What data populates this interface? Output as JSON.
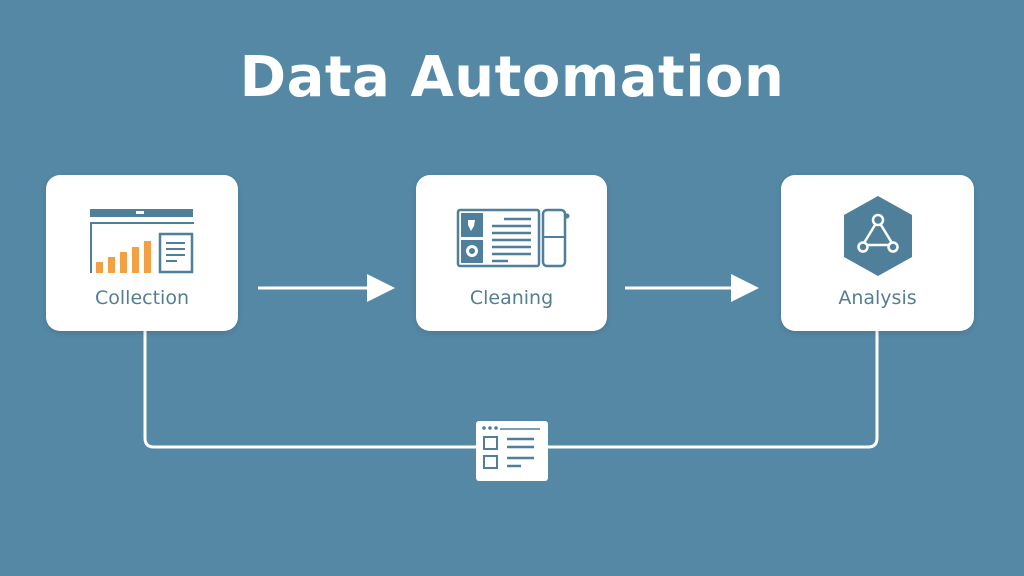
{
  "title": "Data Automation",
  "colors": {
    "background": "#5588a5",
    "card": "#ffffff",
    "icon_primary": "#4f7f99",
    "icon_accent": "#f2a043",
    "label_text": "#557e93",
    "connector": "#ffffff"
  },
  "steps": [
    {
      "label": "Collection",
      "icon": "bar-chart-dashboard-icon"
    },
    {
      "label": "Cleaning",
      "icon": "data-cleaning-panel-icon"
    },
    {
      "label": "Analysis",
      "icon": "hexagon-network-icon"
    }
  ],
  "connectors": [
    {
      "from": "Collection",
      "to": "Cleaning",
      "type": "arrow"
    },
    {
      "from": "Cleaning",
      "to": "Analysis",
      "type": "arrow"
    },
    {
      "from": "Collection",
      "to": "Analysis",
      "type": "feedback-loop",
      "via_icon": "checklist-report-icon"
    }
  ]
}
